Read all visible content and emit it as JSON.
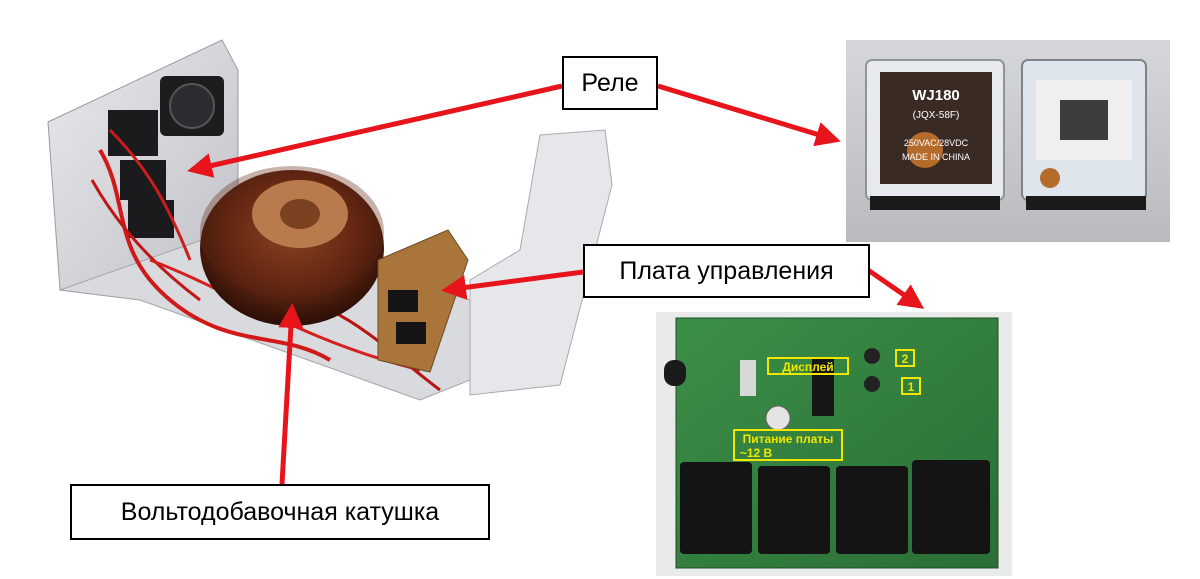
{
  "labels": {
    "relay": "Реле",
    "control_board": "Плата управления",
    "booster_coil": "Вольтодобавочная катушка"
  },
  "relay_photo": {
    "model_line1": "WJ180",
    "model_line2": "(JQX-58F)",
    "rating": "250VAC/28VDC",
    "origin": "MADE IN CHINA"
  },
  "board_photo": {
    "display_tag": "Дисплей",
    "power_tag_line1": "Питание платы",
    "power_tag_line2": "~12 В",
    "marker_1": "1",
    "marker_2": "2"
  },
  "colors": {
    "arrow": "#e8141c",
    "board_green": "#2f7d3a",
    "tag_yellow": "#f2e600",
    "copper": "#8a3b1a"
  },
  "icons": [
    "relay-photo",
    "control-board-photo",
    "stabilizer-photo"
  ]
}
